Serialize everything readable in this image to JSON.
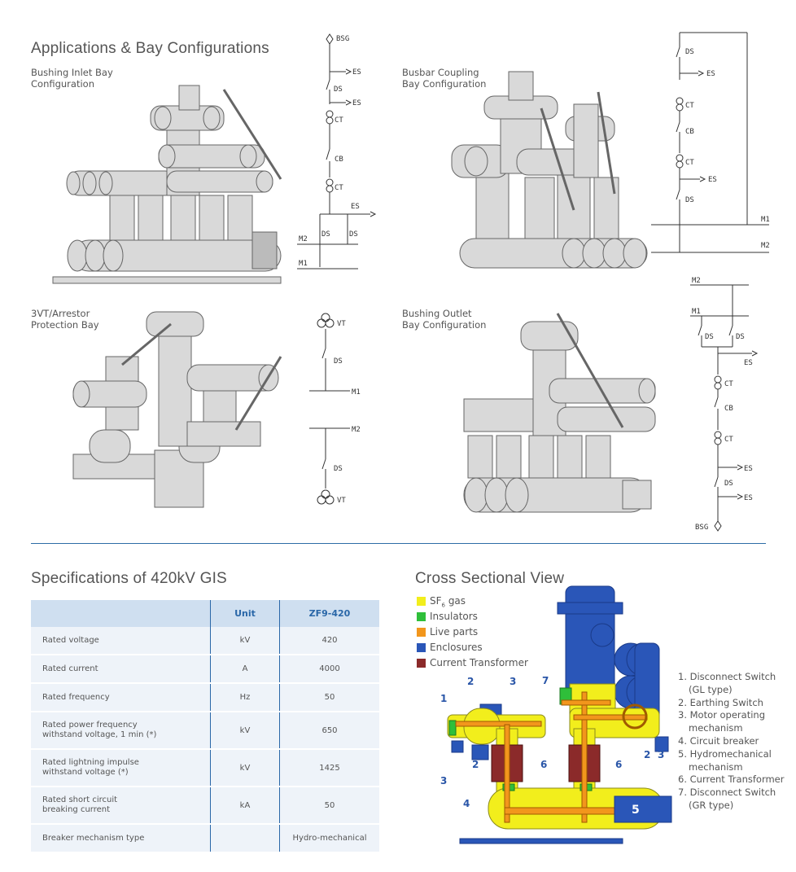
{
  "section_titles": {
    "applications": "Applications & Bay Configurations",
    "specifications": "Specifications of 420kV GIS",
    "cross_section": "Cross Sectional View"
  },
  "bays": [
    {
      "line1": "Bushing Inlet Bay",
      "line2": "Configuration"
    },
    {
      "line1": "Busbar Coupling",
      "line2": "Bay Configuration"
    },
    {
      "line1": "3VT/Arrestor",
      "line2": "Protection Bay"
    },
    {
      "line1": "Bushing Outlet",
      "line2": "Bay Configuration"
    }
  ],
  "single_line_labels": {
    "bsg": "BSG",
    "es": "ES",
    "ds": "DS",
    "ct": "CT",
    "cb": "CB",
    "m1": "M1",
    "m2": "M2",
    "vt": "VT"
  },
  "spec_table": {
    "headers": [
      "",
      "Unit",
      "ZF9-420"
    ],
    "rows": [
      {
        "param1": "Rated voltage",
        "param2": "",
        "unit": "kV",
        "value": "420"
      },
      {
        "param1": "Rated current",
        "param2": "",
        "unit": "A",
        "value": "4000"
      },
      {
        "param1": "Rated frequency",
        "param2": "",
        "unit": "Hz",
        "value": "50"
      },
      {
        "param1": "Rated power frequency",
        "param2": "withstand voltage, 1 min (*)",
        "unit": "kV",
        "value": "650"
      },
      {
        "param1": "Rated lightning impulse",
        "param2": "withstand voltage (*)",
        "unit": "kV",
        "value": "1425"
      },
      {
        "param1": "Rated short circuit",
        "param2": "breaking current",
        "unit": "kA",
        "value": "50"
      },
      {
        "param1": "Breaker mechanism type",
        "param2": "",
        "unit": "",
        "value": "Hydro-mechanical"
      }
    ]
  },
  "legend": [
    {
      "label_main": "SF",
      "label_sub": "6",
      "label_tail": " gas",
      "color": "#f2ee1c"
    },
    {
      "label_main": "Insulators",
      "label_sub": "",
      "label_tail": "",
      "color": "#2fbf3a"
    },
    {
      "label_main": "Live parts",
      "label_sub": "",
      "label_tail": "",
      "color": "#f2961c"
    },
    {
      "label_main": "Enclosures",
      "label_sub": "",
      "label_tail": "",
      "color": "#2a56b8"
    },
    {
      "label_main": "Current Transformer",
      "label_sub": "",
      "label_tail": "",
      "color": "#8b2a2a"
    }
  ],
  "component_list": [
    {
      "line1": "1. Disconnect Switch",
      "line2": "(GL type)"
    },
    {
      "line1": "2. Earthing Switch",
      "line2": ""
    },
    {
      "line1": "3. Motor operating",
      "line2": "mechanism"
    },
    {
      "line1": "4. Circuit breaker",
      "line2": ""
    },
    {
      "line1": "5. Hydromechanical",
      "line2": "mechanism"
    },
    {
      "line1": "6. Current Transformer",
      "line2": ""
    },
    {
      "line1": "7. Disconnect Switch",
      "line2": "(GR type)"
    }
  ],
  "callouts": [
    "1",
    "2",
    "3",
    "2",
    "3",
    "7",
    "6",
    "6",
    "4",
    "5",
    "2",
    "3"
  ],
  "colors": {
    "accent": "#2a67a8",
    "table_header": "#cfdff0",
    "table_row": "#eef3f9",
    "rule": "#2d6ca6"
  }
}
